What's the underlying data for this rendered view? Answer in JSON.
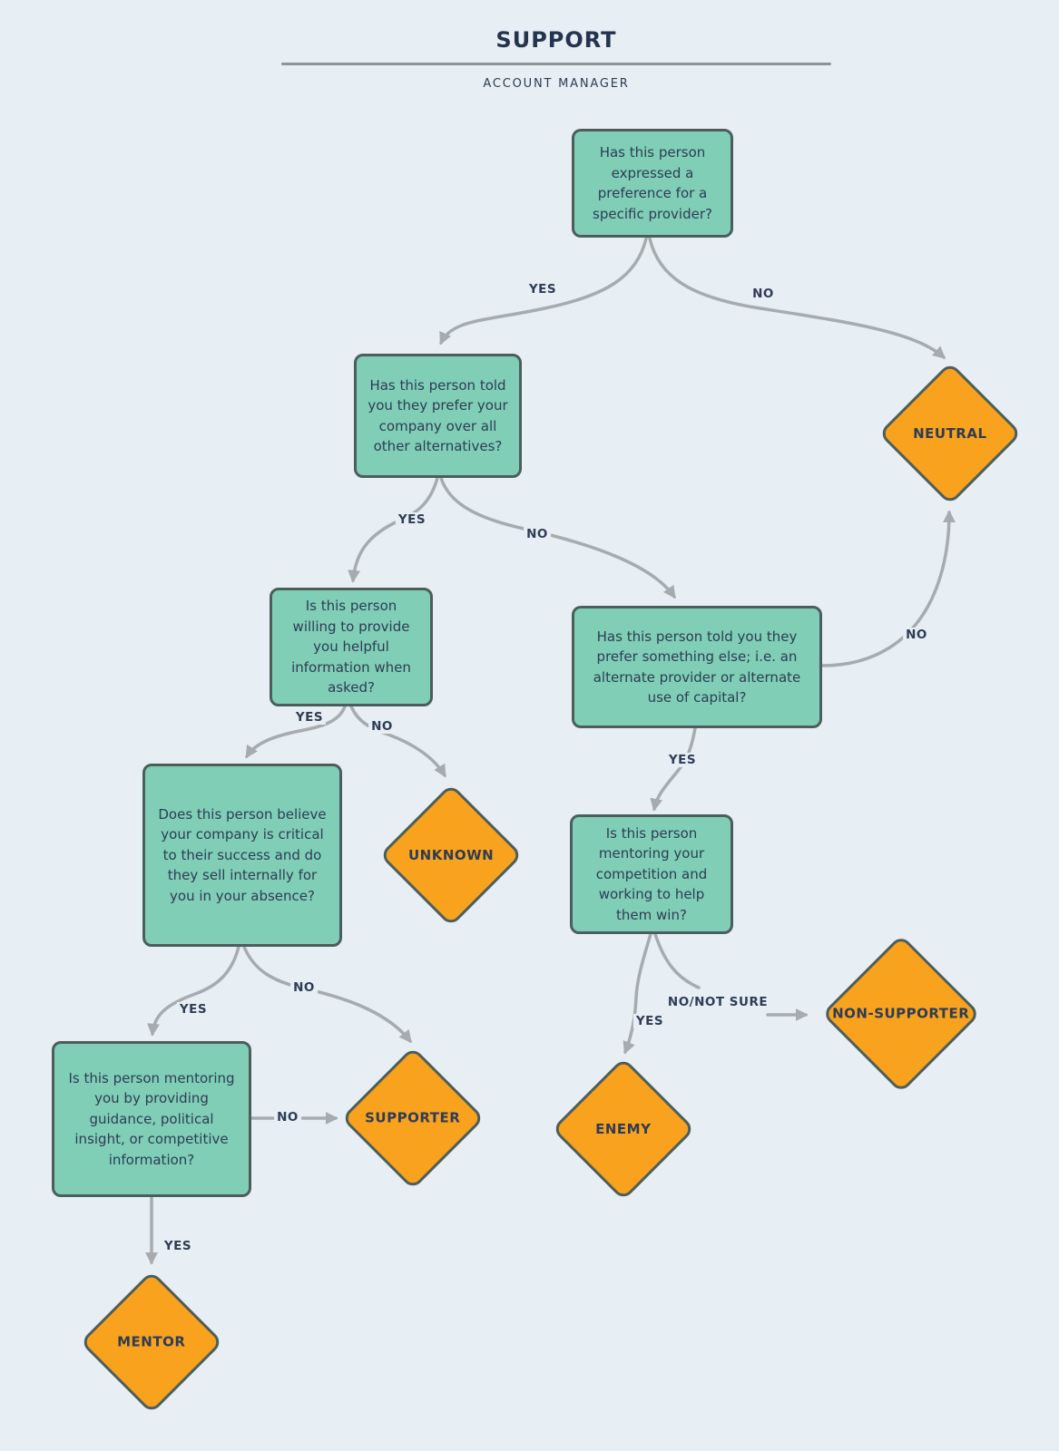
{
  "title": "SUPPORT",
  "subtitle": "ACCOUNT MANAGER",
  "colors": {
    "background": "#E7EEF4",
    "question_fill": "#7FCEB5",
    "outcome_fill": "#F9A21D",
    "node_border": "#4D5E5A",
    "text": "#2E3C55",
    "arrow": "#A7ABAE",
    "divider": "#8E9396"
  },
  "nodes": {
    "q_preference": "Has this person expressed a preference for a specific provider?",
    "q_prefer_company": "Has this person told you they prefer your company over all other alternatives?",
    "q_helpful_info": "Is this person willing to provide you helpful information when asked?",
    "q_prefer_else": "Has this person told you they prefer something else; i.e. an alternate provider or alternate use of capital?",
    "q_critical_success": "Does this person believe your company is critical to their success and do they sell internally for you in your absence?",
    "q_mentoring_you": "Is this person mentoring you by providing guidance, political insight, or competitive information?",
    "q_mentoring_competition": "Is this person mentoring your competition and working to help them win?",
    "o_neutral": "NEUTRAL",
    "o_unknown": "UNKNOWN",
    "o_supporter": "SUPPORTER",
    "o_mentor": "MENTOR",
    "o_enemy": "ENEMY",
    "o_non_supporter": "NON-SUPPORTER"
  },
  "edge_labels": {
    "preference_yes": "YES",
    "preference_no": "NO",
    "prefer_company_yes": "YES",
    "prefer_company_no": "NO",
    "helpful_info_yes": "YES",
    "helpful_info_no": "NO",
    "prefer_else_yes": "YES",
    "prefer_else_no": "NO",
    "critical_success_yes": "YES",
    "critical_success_no": "NO",
    "mentoring_you_no": "NO",
    "mentoring_you_yes": "YES",
    "mentoring_competition_yes": "YES",
    "mentoring_competition_no": "NO/NOT SURE"
  }
}
